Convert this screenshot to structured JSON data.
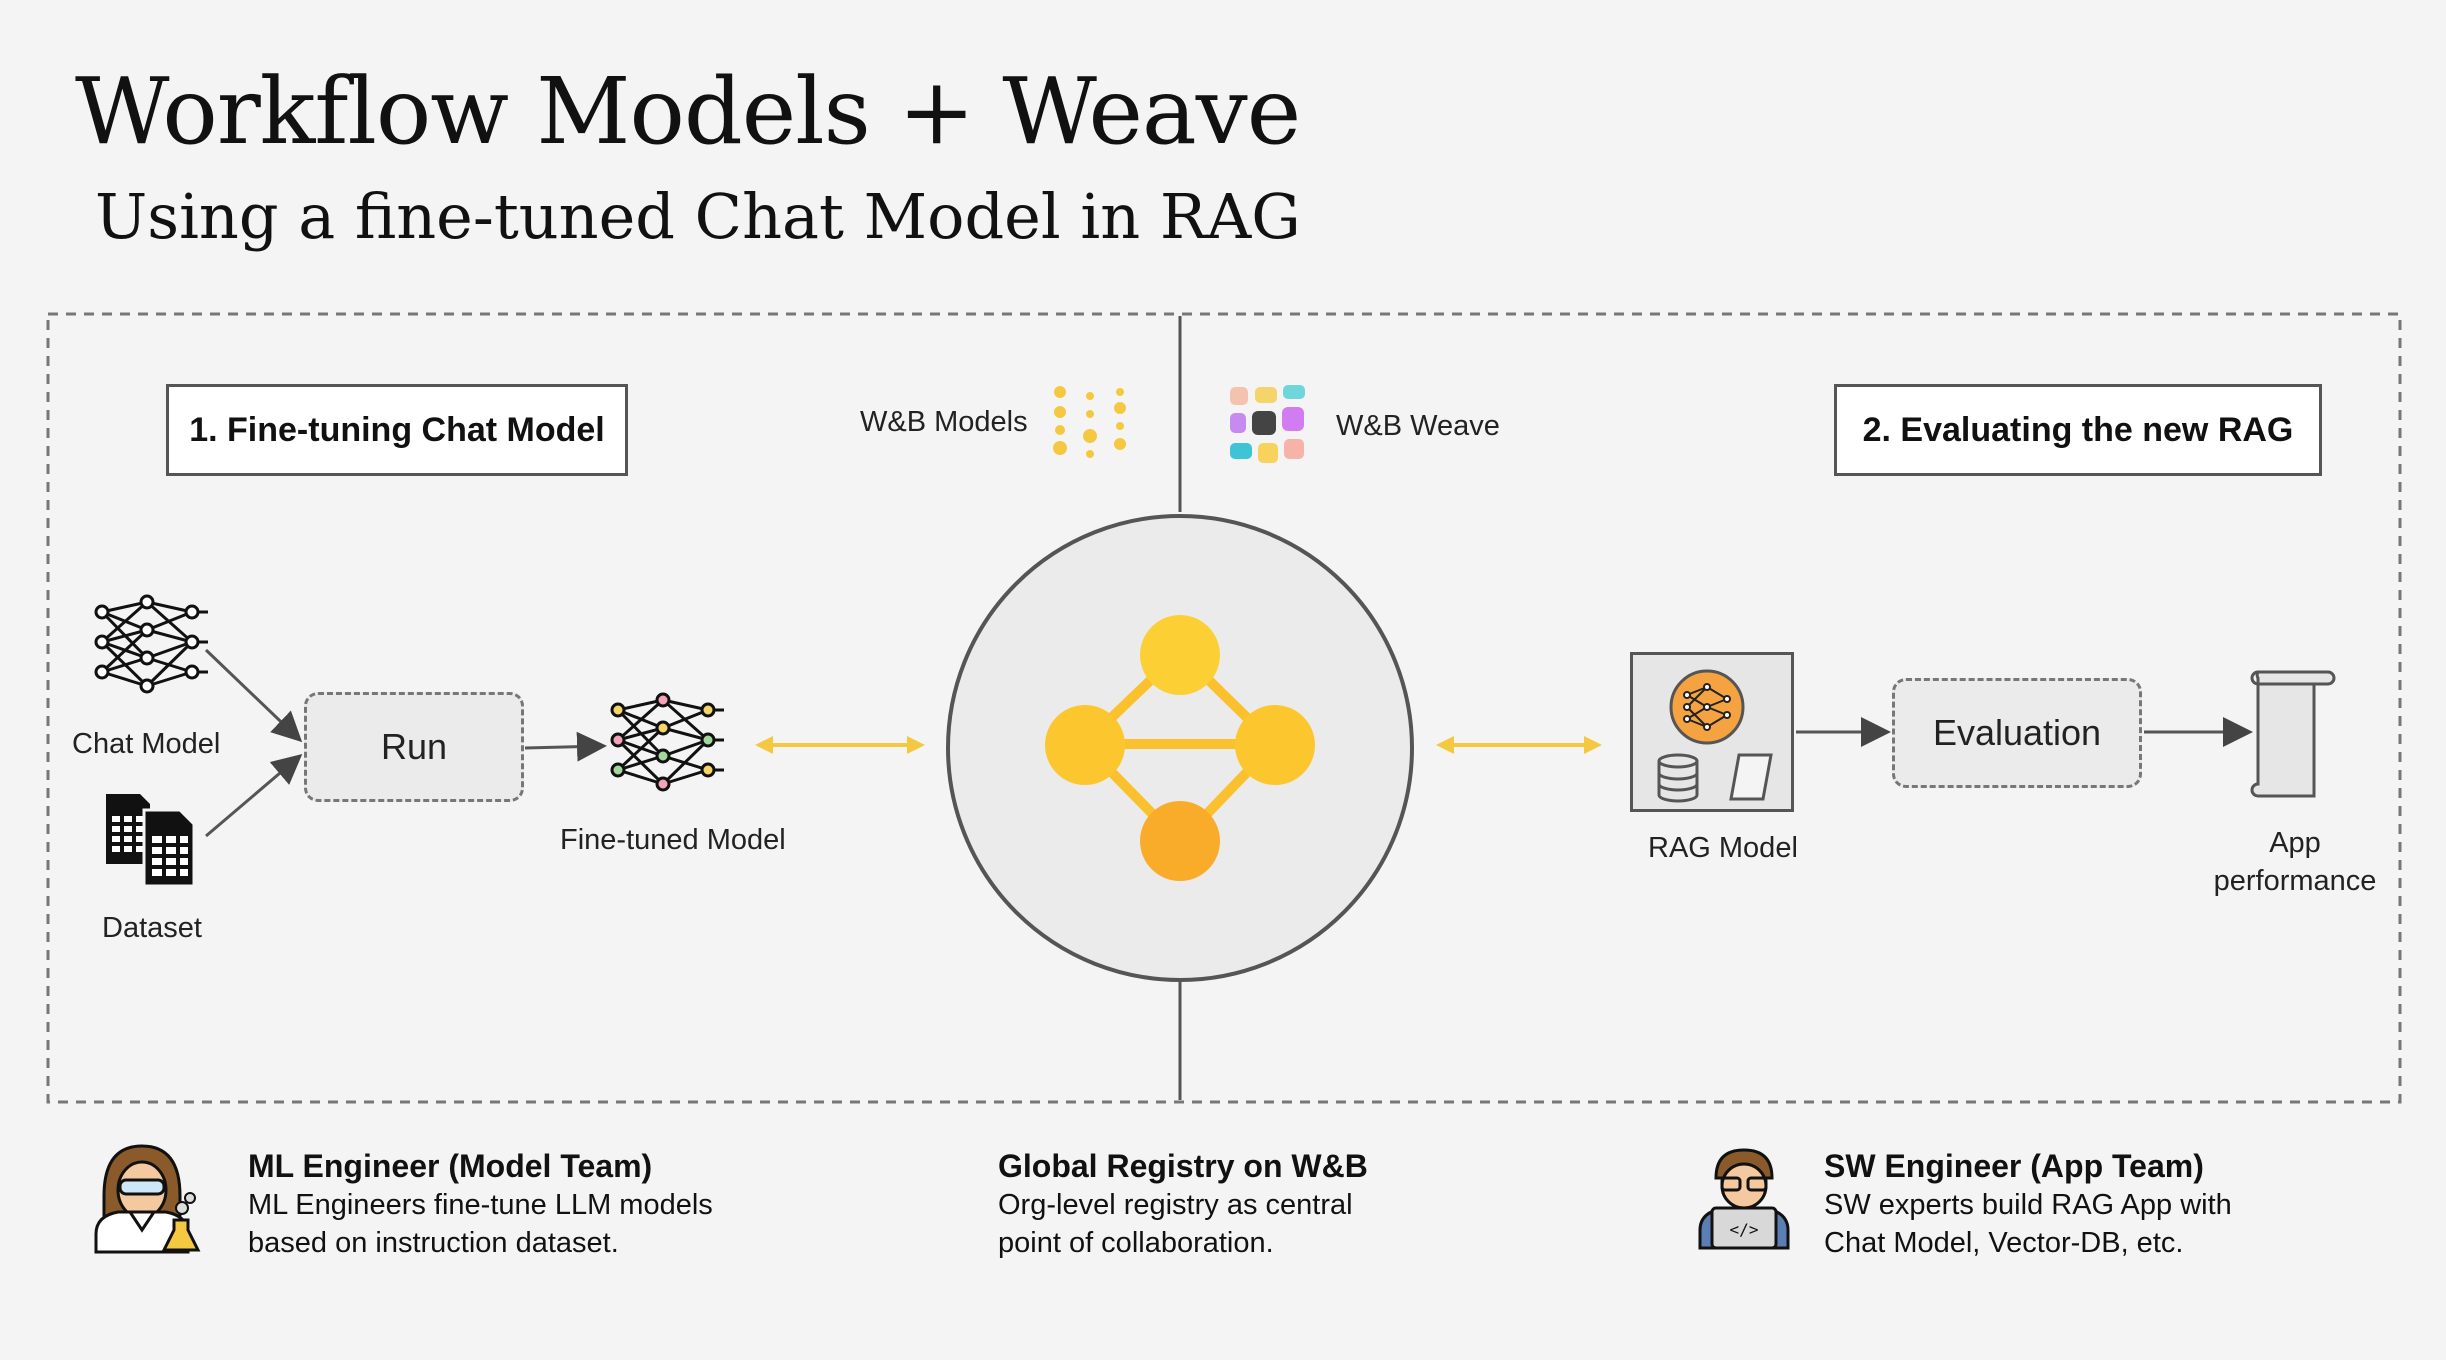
{
  "header": {
    "title": "Workflow Models + Weave",
    "subtitle": "Using a fine-tuned Chat Model in RAG"
  },
  "stages": {
    "left": "1. Fine-tuning Chat Model",
    "right": "2. Evaluating the new RAG"
  },
  "brands": {
    "models": "W&B Models",
    "weave": "W&B Weave"
  },
  "nodes": {
    "chat_model": "Chat Model",
    "dataset": "Dataset",
    "run": "Run",
    "finetuned_model": "Fine-tuned Model",
    "rag_model": "RAG Model",
    "evaluation": "Evaluation",
    "app_performance_line1": "App",
    "app_performance_line2": "performance"
  },
  "roles": [
    {
      "title": "ML Engineer (Model Team)",
      "desc_line1": "ML Engineers fine-tune LLM models",
      "desc_line2": "based on instruction dataset."
    },
    {
      "title": "Global Registry on W&B",
      "desc_line1": "Org-level registry as central",
      "desc_line2": "point of collaboration."
    },
    {
      "title": "SW Engineer (App Team)",
      "desc_line1": "SW experts build RAG App with",
      "desc_line2": "Chat Model, Vector-DB, etc."
    }
  ],
  "colors": {
    "background": "#f4f4f4",
    "accent_yellow": "#f5c842",
    "registry_node": "#fbc02d",
    "registry_node_bottom": "#f9a825",
    "rag_icon": "#f4a340"
  }
}
